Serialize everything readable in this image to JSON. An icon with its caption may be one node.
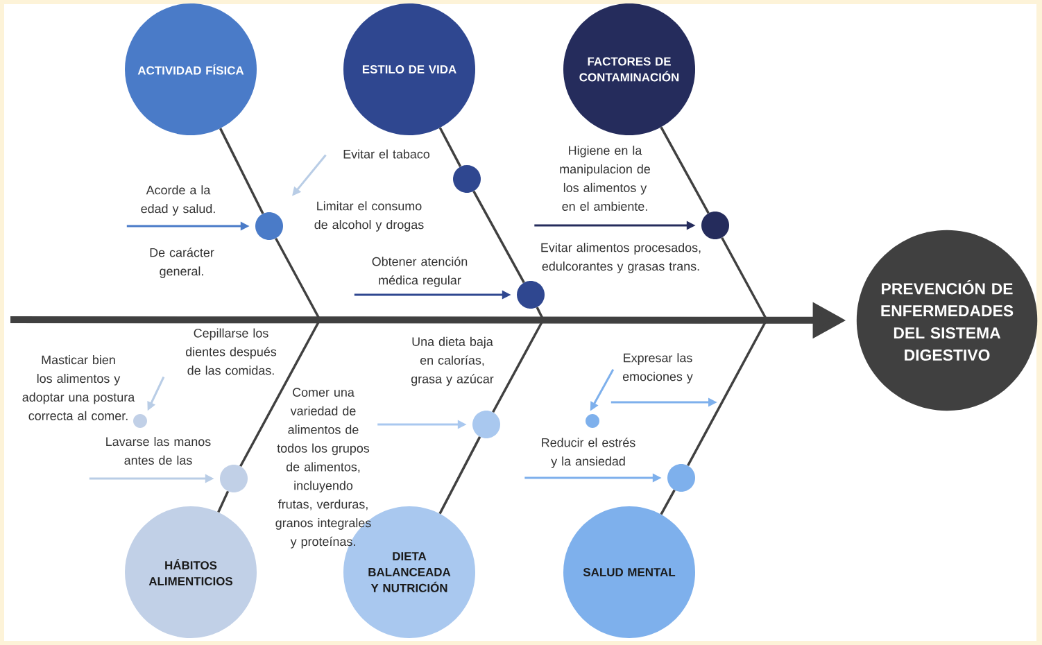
{
  "diagram": {
    "nodes": [
      {
        "text": [
          "ACTIVIDAD FÍSICA"
        ]
      },
      {
        "text": [
          "ESTILO DE VIDA"
        ]
      },
      {
        "text": [
          "FACTORES DE CONTAMINACIÓN"
        ]
      },
      {
        "text": [
          "PREVENCIÓN DE ENFERMEDADES DEL SISTEMA DIGESTIVO"
        ]
      },
      {
        "text": [
          "HÁBITOS ALIMENTICIOS"
        ]
      },
      {
        "text": [
          "DIETA BALANCEADA Y NUTRICIÓN"
        ]
      },
      {
        "text": [
          "SALUD MENTAL"
        ]
      },
      {
        "text": [],
        "shape": "circle"
      },
      {
        "text": [],
        "shape": "circle"
      },
      {
        "text": [],
        "shape": "circle"
      },
      {
        "text": [],
        "shape": "circle"
      },
      {
        "text": [],
        "shape": "circle"
      },
      {
        "text": [],
        "shape": "circle"
      },
      {
        "text": [],
        "shape": "circle"
      },
      {
        "text": [],
        "shape": "circle"
      },
      {
        "text": [],
        "shape": "circle"
      },
      {
        "text": [
          "Acorde a la edad y salud."
        ]
      },
      {
        "text": [
          "Evitar el tabaco"
        ]
      },
      {
        "text": [
          "Limitar el consumo de alcohol y drogas"
        ]
      },
      {
        "text": [
          "Obtener atención médica regular"
        ]
      },
      {
        "text": [
          "Higiene en la manipulacion de los alimentos y en el ambiente."
        ]
      },
      {
        "text": [
          "Cepillarse los dientes después de las comidas."
        ]
      },
      {
        "text": [
          "Lavarse las manos antes de las"
        ]
      },
      {
        "text": [
          "Comer una variedad de alimentos de todos los grupos de alimentos, incluyendo frutas, verduras, granos integrales y proteínas."
        ]
      },
      {
        "text": [
          "Expresar las emociones y"
        ]
      },
      {
        "text": [
          "Reducir el estrés y la ansiedad"
        ]
      }
    ],
    "edges": [
      {
        "from": 0,
        "to": 7,
        "arrow": "none"
      },
      {
        "from": 7,
        "to": null,
        "arrow": "none"
      },
      {
        "from": 1,
        "to": 8,
        "arrow": "none"
      },
      {
        "from": 8,
        "to": 9,
        "arrow": "none"
      },
      {
        "from": 9,
        "to": null,
        "arrow": "none"
      },
      {
        "from": 2,
        "to": 10,
        "arrow": "none"
      },
      {
        "from": 10,
        "to": null,
        "arrow": "none"
      },
      {
        "from": 4,
        "to": 12,
        "arrow": "none"
      },
      {
        "from": 12,
        "to": null,
        "arrow": "none"
      },
      {
        "from": 5,
        "to": 13,
        "arrow": "none"
      },
      {
        "from": 13,
        "to": null,
        "arrow": "none"
      },
      {
        "from": 6,
        "to": 15,
        "arrow": "none"
      },
      {
        "from": 15,
        "to": null,
        "arrow": "none"
      },
      {
        "from": null,
        "to": 3,
        "arrow": "to",
        "style": "thick"
      },
      {
        "from": 16,
        "to": 7,
        "arrow": "to",
        "color": "#4a7bc8"
      },
      {
        "from": 17,
        "to": 18,
        "arrow": "to",
        "color": "#b9cde6"
      },
      {
        "from": 19,
        "to": 9,
        "arrow": "to",
        "color": "#2f4790"
      },
      {
        "from": 20,
        "to": 10,
        "arrow": "to",
        "color": "#252c5c"
      },
      {
        "from": 21,
        "to": 11,
        "arrow": "to",
        "color": "#b9cde6"
      },
      {
        "from": 22,
        "to": 12,
        "arrow": "to",
        "color": "#b9cde6"
      },
      {
        "from": 23,
        "to": 13,
        "arrow": "to",
        "color": "#a9c8ef"
      },
      {
        "from": 24,
        "to": null,
        "arrow": "to",
        "color": "#7eb0ec"
      },
      {
        "from": 24,
        "to": 14,
        "arrow": "to",
        "color": "#7eb0ec"
      },
      {
        "from": 25,
        "to": 15,
        "arrow": "to",
        "color": "#7eb0ec"
      }
    ],
    "labels": [
      "De carácter general.",
      "Evitar alimentos  procesados, edulcorantes y grasas trans.",
      "Masticar bien los alimentos y adoptar una postura correcta al comer.",
      "Una dieta baja en calorías, grasa y azúcar"
    ]
  }
}
